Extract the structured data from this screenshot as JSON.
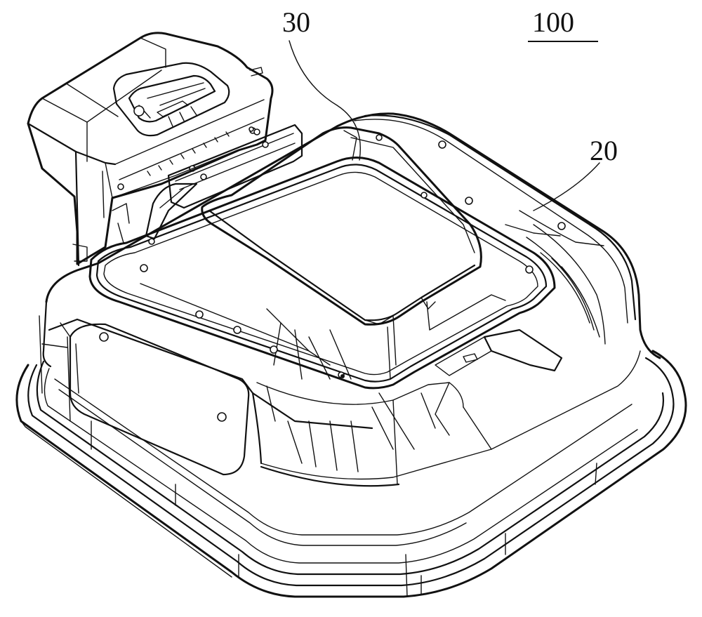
{
  "figure": {
    "labels": {
      "assembly": "100",
      "cover": "30",
      "body": "20"
    },
    "colors": {
      "ink": "#111111",
      "paper": "#ffffff"
    }
  }
}
